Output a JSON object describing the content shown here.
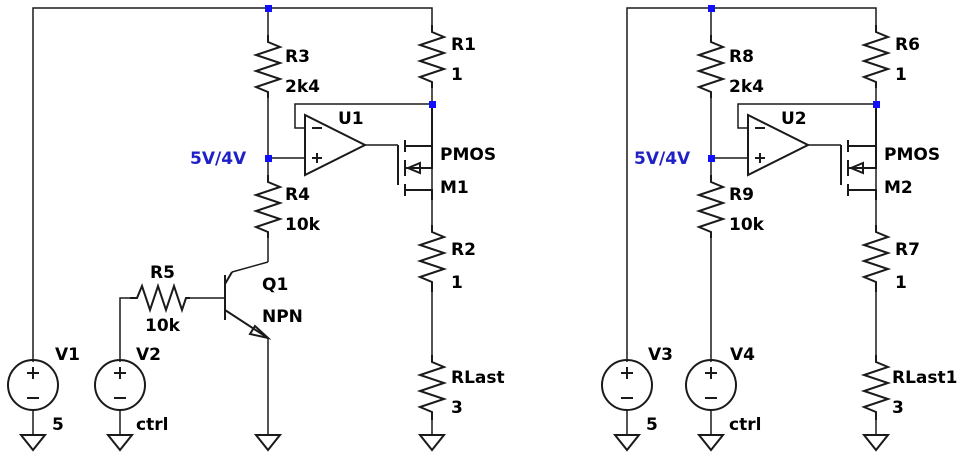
{
  "circuit_left": {
    "r3": {
      "name": "R3",
      "value": "2k4"
    },
    "r1": {
      "name": "R1",
      "value": "1"
    },
    "u1": {
      "name": "U1"
    },
    "m1": {
      "name": "M1",
      "model": "PMOS"
    },
    "r4": {
      "name": "R4",
      "value": "10k"
    },
    "r2": {
      "name": "R2",
      "value": "1"
    },
    "r5": {
      "name": "R5",
      "value": "10k"
    },
    "q1": {
      "name": "Q1",
      "model": "NPN"
    },
    "v1": {
      "name": "V1",
      "value": "5"
    },
    "v2": {
      "name": "V2",
      "value": "ctrl"
    },
    "rlast": {
      "name": "RLast",
      "value": "3"
    },
    "net_label": "5V/4V"
  },
  "circuit_right": {
    "r8": {
      "name": "R8",
      "value": "2k4"
    },
    "r6": {
      "name": "R6",
      "value": "1"
    },
    "u2": {
      "name": "U2"
    },
    "m2": {
      "name": "M2",
      "model": "PMOS"
    },
    "r9": {
      "name": "R9",
      "value": "10k"
    },
    "r7": {
      "name": "R7",
      "value": "1"
    },
    "v3": {
      "name": "V3",
      "value": "5"
    },
    "v4": {
      "name": "V4",
      "value": "ctrl"
    },
    "rlast1": {
      "name": "RLast1",
      "value": "3"
    },
    "net_label": "5V/4V"
  },
  "colors": {
    "wire": "#1a1a1a",
    "junction": "#1010ff",
    "net_label": "#2020c8"
  }
}
